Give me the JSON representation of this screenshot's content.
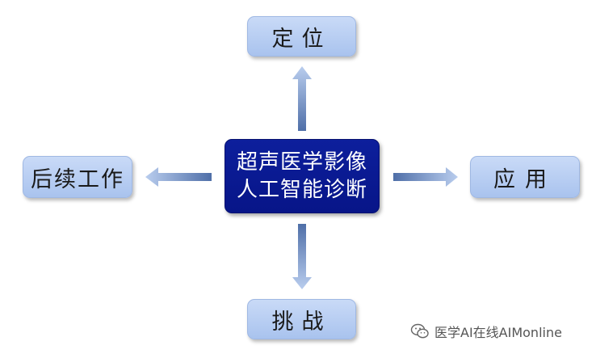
{
  "diagram": {
    "center": {
      "line1": "超声医学影像",
      "line2": "人工智能诊断"
    },
    "nodes": {
      "top": "定位",
      "right": "应用",
      "bottom": "挑战",
      "left": "后续工作"
    }
  },
  "watermark": {
    "text": "医学AI在线AIMonline",
    "icon": "wechat-icon"
  },
  "colors": {
    "center_fill": "#0a1a94",
    "node_fill": "#b8cef3",
    "arrow": "#7f9fd6"
  }
}
